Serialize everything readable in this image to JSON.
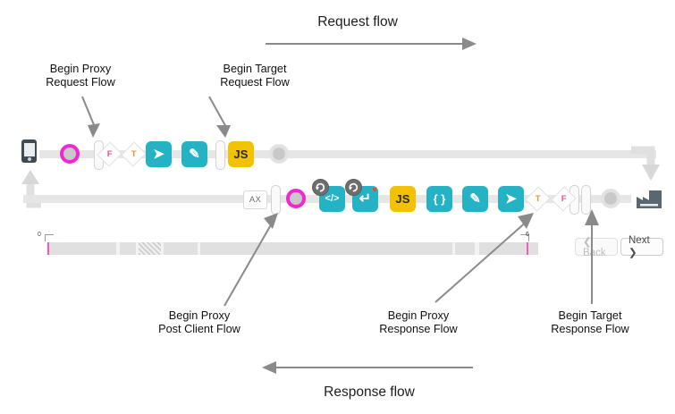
{
  "diagram": {
    "title_request": "Request flow",
    "title_response": "Response flow",
    "callouts": {
      "begin_proxy_request": "Begin Proxy\nRequest Flow",
      "begin_proxy_request_l1": "Begin Proxy",
      "begin_proxy_request_l2": "Request Flow",
      "begin_target_request_l1": "Begin Target",
      "begin_target_request_l2": "Request Flow",
      "begin_proxy_post_client_l1": "Begin Proxy",
      "begin_proxy_post_client_l2": "Post Client Flow",
      "begin_proxy_response_l1": "Begin Proxy",
      "begin_proxy_response_l2": "Response Flow",
      "begin_target_response_l1": "Begin Target",
      "begin_target_response_l2": "Response Flow"
    },
    "request_row": {
      "name": "request-flow-row",
      "nodes": [
        {
          "id": "client-device",
          "type": "phone-icon",
          "label": ""
        },
        {
          "id": "request-start-ring",
          "type": "ring-magenta",
          "label": ""
        },
        {
          "id": "proxy-request-barrier",
          "type": "pill-bar",
          "label": ""
        },
        {
          "id": "cond-false-1",
          "type": "diamond",
          "label": "F"
        },
        {
          "id": "cond-true-1",
          "type": "diamond",
          "label": "T"
        },
        {
          "id": "policy-route-1",
          "type": "tile-teal",
          "label": "➤"
        },
        {
          "id": "policy-assign-1",
          "type": "tile-teal",
          "label": "✎"
        },
        {
          "id": "target-request-barrier",
          "type": "pill-bar",
          "label": ""
        },
        {
          "id": "policy-js-1",
          "type": "tile-js",
          "label": "JS"
        },
        {
          "id": "request-end-node",
          "type": "ring-gray",
          "label": ""
        }
      ]
    },
    "response_row": {
      "name": "response-flow-row",
      "nodes": [
        {
          "id": "target-server",
          "type": "factory-icon",
          "label": ""
        },
        {
          "id": "response-start-node",
          "type": "ring-gray",
          "label": ""
        },
        {
          "id": "target-response-barrier-2",
          "type": "pill-bar",
          "label": ""
        },
        {
          "id": "target-response-barrier-1",
          "type": "pill-bar",
          "label": ""
        },
        {
          "id": "cond-false-2",
          "type": "diamond",
          "label": "F"
        },
        {
          "id": "cond-true-2",
          "type": "diamond",
          "label": "T"
        },
        {
          "id": "policy-route-2",
          "type": "tile-teal",
          "label": "➤"
        },
        {
          "id": "policy-assign-2",
          "type": "tile-teal",
          "label": "✎"
        },
        {
          "id": "policy-json-2",
          "type": "tile-teal",
          "label": "{ }"
        },
        {
          "id": "policy-js-2",
          "type": "tile-js",
          "label": "JS"
        },
        {
          "id": "policy-flowcallout-2",
          "type": "tile-teal-retry",
          "label": "↵"
        },
        {
          "id": "policy-xml-2",
          "type": "tile-teal-retry",
          "label": "</>"
        },
        {
          "id": "response-post-ring",
          "type": "ring-magenta",
          "label": ""
        },
        {
          "id": "proxy-postclient-barrier",
          "type": "pill-bar",
          "label": ""
        },
        {
          "id": "analytics-box",
          "type": "ax-box",
          "label": "AX"
        }
      ]
    },
    "timeline": {
      "name": "transaction-timeline",
      "start_tag": "0",
      "end_tag": "6",
      "back_label": "❮ Back",
      "next_label": "Next ❯"
    },
    "colors": {
      "teal": "#24b2c4",
      "yellow": "#f2c200",
      "magenta": "#ef28d2",
      "track_gray": "#e6e6e6",
      "arrow_gray": "#8a8a8a",
      "dark": "#3f4a52"
    }
  }
}
